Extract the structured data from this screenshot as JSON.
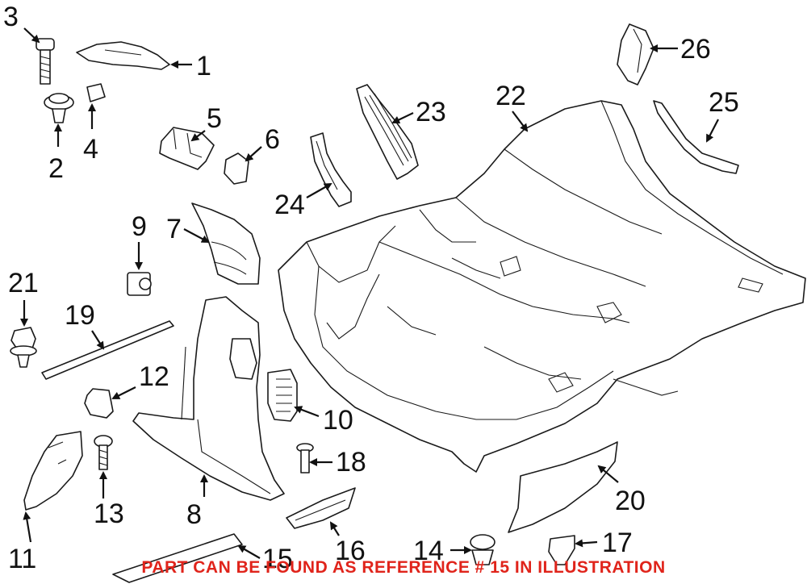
{
  "callouts": {
    "c1": "1",
    "c2": "2",
    "c3": "3",
    "c4": "4",
    "c5": "5",
    "c6": "6",
    "c7": "7",
    "c8": "8",
    "c9": "9",
    "c10": "10",
    "c11": "11",
    "c12": "12",
    "c13": "13",
    "c14": "14",
    "c15": "15",
    "c16": "16",
    "c17": "17",
    "c18": "18",
    "c19": "19",
    "c20": "20",
    "c21": "21",
    "c22": "22",
    "c23": "23",
    "c24": "24",
    "c25": "25",
    "c26": "26"
  },
  "footer": {
    "note": "PART CAN BE FOUND AS REFERENCE # 15 IN ILLUSTRATION",
    "color": "#e0241b"
  },
  "colors": {
    "line": "#1a1a1a",
    "fill": "#ffffff",
    "shade": "#e8e8e8"
  }
}
